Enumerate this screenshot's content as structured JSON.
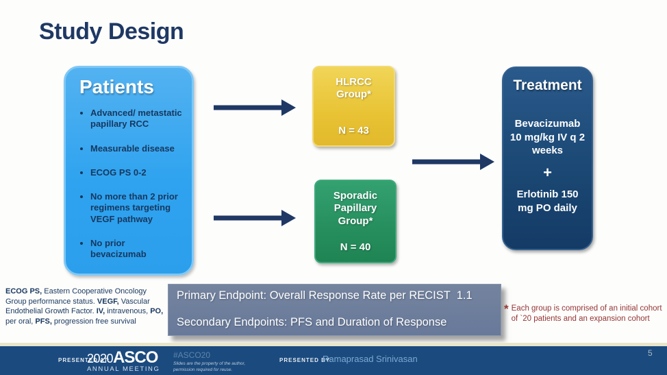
{
  "slide": {
    "title": "Study Design",
    "page_number": "5"
  },
  "patients_box": {
    "title": "Patients",
    "bullets": [
      "Advanced/ metastatic papillary RCC",
      "Measurable disease",
      "ECOG PS 0-2",
      "No more than 2 prior regimens targeting VEGF pathway",
      "No prior bevacizumab"
    ]
  },
  "groups": [
    {
      "name": "HLRCC Group*",
      "n": "N = 43"
    },
    {
      "name": "Sporadic Papillary Group*",
      "n": "N = 40"
    }
  ],
  "treatment_box": {
    "title": "Treatment",
    "regimen_1": "Bevacizumab 10 mg/kg IV q 2 weeks",
    "plus": "+",
    "regimen_2": "Erlotinib 150 mg PO daily"
  },
  "endpoints_box": {
    "primary": "Primary Endpoint: Overall Response Rate per RECIST  1.1",
    "secondary": "Secondary Endpoints: PFS and Duration of Response"
  },
  "footnotes": {
    "abbreviation_segments": [
      {
        "text": "ECOG PS,",
        "bold": true
      },
      {
        "text": " Eastern Cooperative Oncology Group performance status. ",
        "bold": false
      },
      {
        "text": "VEGF,",
        "bold": true
      },
      {
        "text": " Vascular Endothelial Growth Factor. ",
        "bold": false
      },
      {
        "text": "IV,",
        "bold": true
      },
      {
        "text": " intravenous, ",
        "bold": false
      },
      {
        "text": "PO,",
        "bold": true
      },
      {
        "text": " per oral, ",
        "bold": false
      },
      {
        "text": "PFS,",
        "bold": true
      },
      {
        "text": " progression free survival",
        "bold": false
      }
    ],
    "cohort_note_marker": "*",
    "cohort_note_text": "Each group is comprised of an initial cohort of `20 patients and an expansion cohort"
  },
  "footer": {
    "presented_at_label": "PRESENTED AT:",
    "logo_year": "2020",
    "logo_name": "ASCO",
    "logo_subtitle": "ANNUAL MEETING",
    "hashtag": "#ASCO20",
    "disclaimer_line1": "Slides are the property of the author,",
    "disclaimer_line2": "permission required for reuse.",
    "presented_by_label": "PRESENTED BY:",
    "presenter": "Ramaprasad Srinivasan"
  },
  "colors": {
    "title_navy": "#1F3864",
    "patients_blue": "#35A5EF",
    "hlrcc_yellow": "#E8C334",
    "sporadic_green": "#268E5D",
    "treatment_navy": "#1B4874",
    "endpoints_gray_blue": "#6B7C9B",
    "arrow_navy": "#1F3864",
    "footnote_red": "#943634",
    "footer_bar_blue": "#1B4A7E",
    "footer_divider_cream": "#E9E5C9",
    "presenter_light_blue": "#7CA9D1"
  }
}
